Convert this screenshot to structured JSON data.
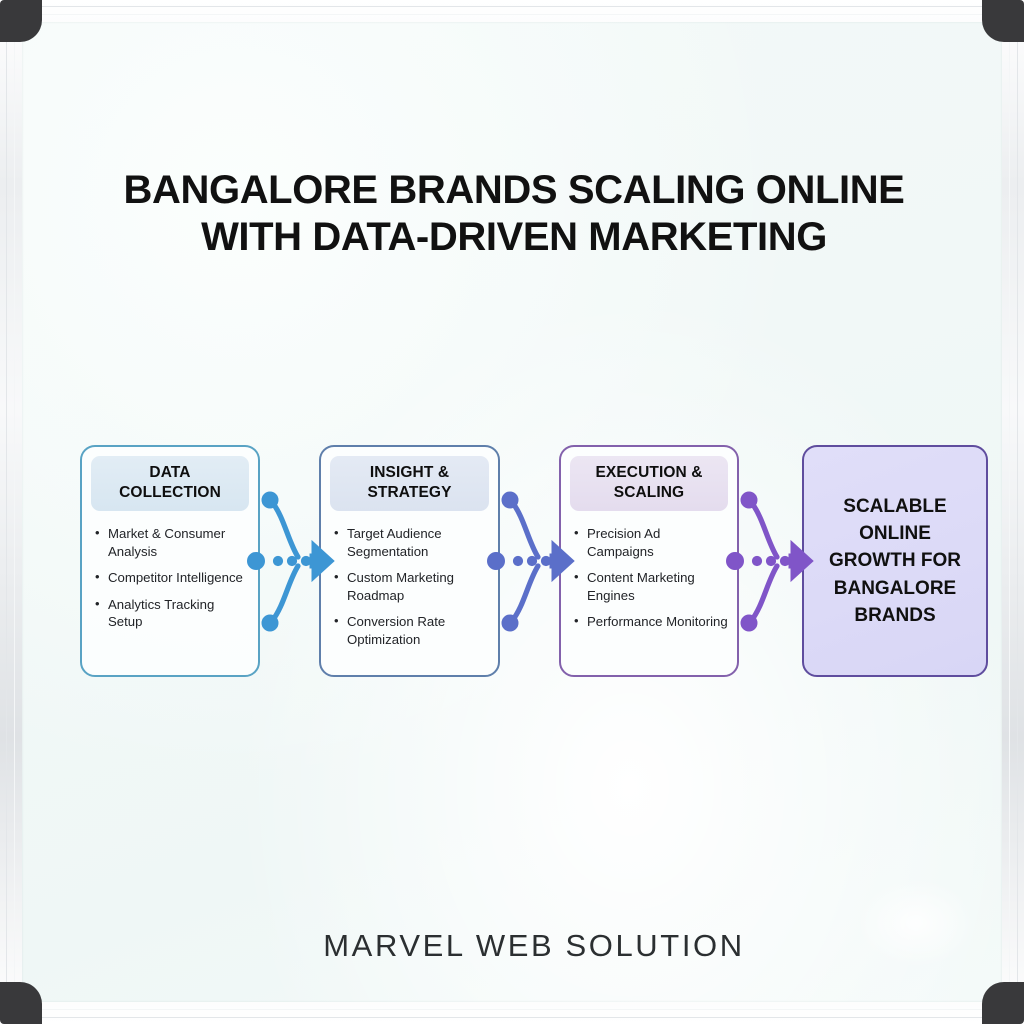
{
  "title": {
    "line1": "BANGALORE BRANDS SCALING ONLINE",
    "line2": "WITH DATA-DRIVEN MARKETING"
  },
  "footer": {
    "brand": "MARVEL WEB SOLUTION"
  },
  "stages": [
    {
      "header": "DATA\nCOLLECTION",
      "header_line1": "DATA",
      "header_line2": "COLLECTION",
      "bullets": [
        "Market & Consumer Analysis",
        "Competitor Intelligence",
        "Analytics Tracking Setup"
      ],
      "border_color": "#59a3c4",
      "header_bg": "#dce9f2"
    },
    {
      "header": "INSIGHT &\nSTRATEGY",
      "header_line1": "INSIGHT &",
      "header_line2": "STRATEGY",
      "bullets": [
        "Target Audience Segmentation",
        "Custom Marketing Roadmap",
        "Conversion Rate Optimization"
      ],
      "border_color": "#5f7fab",
      "header_bg": "#dde5f1"
    },
    {
      "header": "EXECUTION &\nSCALING",
      "header_line1": "EXECUTION &",
      "header_line2": "SCALING",
      "bullets": [
        "Precision Ad Campaigns",
        "Content Marketing Engines",
        "Performance Monitoring"
      ],
      "border_color": "#8361ac",
      "header_bg": "#e6dfef"
    }
  ],
  "outcome": {
    "text": "SCALABLE ONLINE GROWTH FOR BANGALORE BRANDS",
    "border_color": "#5f4d9e",
    "fill_color": "#dcdaf7"
  },
  "connectors": [
    {
      "name": "data-to-insight",
      "color": "#3d96d4"
    },
    {
      "name": "insight-to-execution",
      "color": "#5b6fc9"
    },
    {
      "name": "execution-to-outcome",
      "color": "#8055c8"
    }
  ],
  "board": {
    "background_color": "#f1f8f7",
    "frame_color": "#e7eaec",
    "corner_clip_color": "#39393b"
  }
}
